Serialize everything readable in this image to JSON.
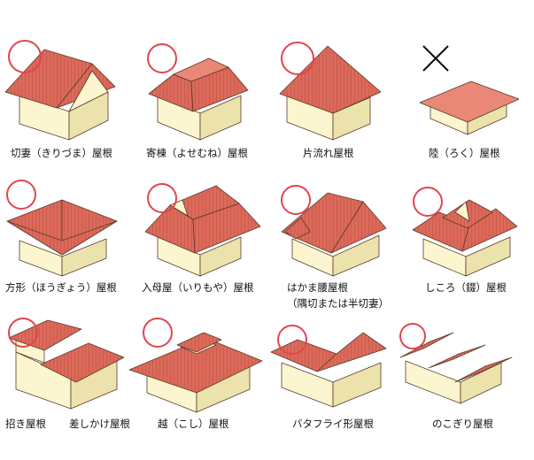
{
  "colors": {
    "roof": "#dc6a5a",
    "roof_light": "#ea8878",
    "roof_dark": "#b94c40",
    "wall_front": "#fbf6cf",
    "wall_side": "#ece3ac",
    "outline": "#5a3a2a",
    "mark_ok": "#e0454f",
    "mark_ng": "#111111"
  },
  "items": [
    {
      "label": "切妻（きりづま）屋根",
      "mark": "circle"
    },
    {
      "label": "寄棟（よせむね）屋根",
      "mark": "circle"
    },
    {
      "label": "片流れ屋根",
      "mark": "circle"
    },
    {
      "label": "陸（ろく）屋根",
      "mark": "cross"
    },
    {
      "label": "方形（ほうぎょう）屋根",
      "mark": "circle"
    },
    {
      "label": "入母屋（いりもや）屋根",
      "mark": "circle"
    },
    {
      "label": "はかま腰屋根",
      "label2": "（隅切または半切妻）",
      "mark": "circle"
    },
    {
      "label": "しころ（錣）屋根",
      "mark": "circle"
    },
    {
      "label": "招き屋根",
      "label_b": "差しかけ屋根",
      "mark": "circle"
    },
    {
      "label": "越（こし）屋根",
      "mark": "circle"
    },
    {
      "label": "バタフライ形屋根",
      "mark": "circle"
    },
    {
      "label": "のこぎり屋根",
      "mark": "circle"
    }
  ]
}
